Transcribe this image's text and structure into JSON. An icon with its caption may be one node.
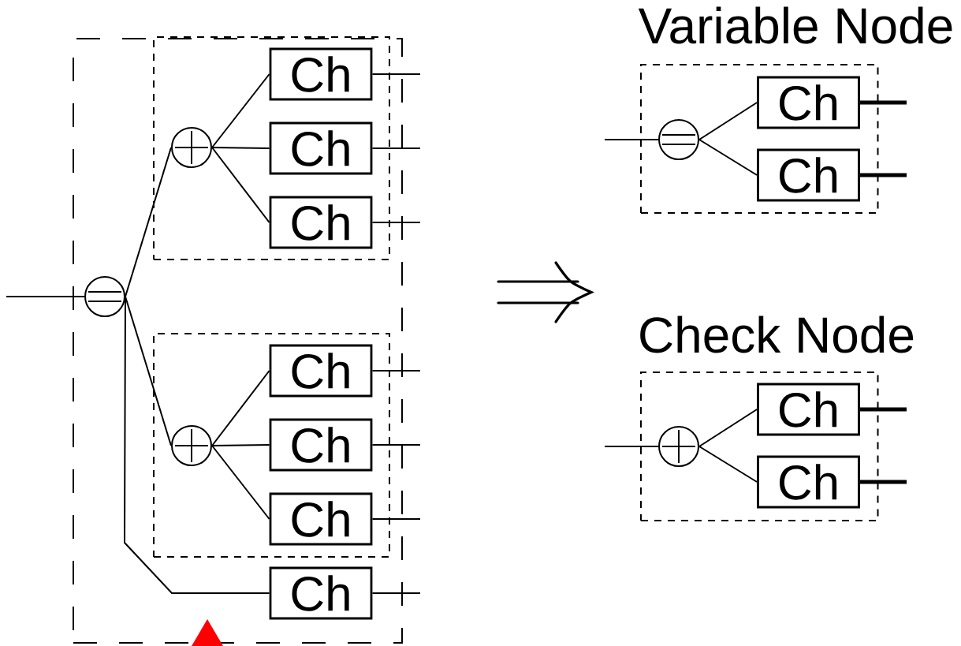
{
  "diagram": {
    "nodes": [
      {
        "text": [],
        "shape": "box"
      },
      {
        "text": [],
        "shape": "box",
        "in": 0
      },
      {
        "text": [],
        "shape": "box",
        "in": 0
      },
      {
        "text": [],
        "shape": "circle",
        "in": 0
      },
      {
        "text": [],
        "shape": "circle",
        "in": 1
      },
      {
        "text": [
          "Ch"
        ],
        "in": 1
      },
      {
        "text": [
          "Ch"
        ],
        "in": 1
      },
      {
        "text": [
          "Ch"
        ],
        "in": 1
      },
      {
        "text": [],
        "shape": "circle",
        "in": 2
      },
      {
        "text": [
          "Ch"
        ],
        "in": 2
      },
      {
        "text": [
          "Ch"
        ],
        "in": 2
      },
      {
        "text": [
          "Ch"
        ],
        "in": 2
      },
      {
        "text": [
          "Ch"
        ],
        "in": 0
      },
      {
        "text": [
          "Variable Node"
        ]
      },
      {
        "text": [],
        "shape": "circle",
        "in": 13
      },
      {
        "text": [
          "Ch"
        ],
        "in": 13
      },
      {
        "text": [
          "Ch"
        ],
        "in": 13
      },
      {
        "text": [
          "Check Node"
        ]
      },
      {
        "text": [],
        "shape": "circle",
        "in": 17
      },
      {
        "text": [
          "Ch"
        ],
        "in": 17
      },
      {
        "text": [
          "Ch"
        ],
        "in": 17
      }
    ],
    "edges": [
      {
        "from": null,
        "to": 3,
        "arrow": "none"
      },
      {
        "from": 3,
        "to": 4,
        "arrow": "none"
      },
      {
        "from": 3,
        "to": 8,
        "arrow": "none"
      },
      {
        "from": 3,
        "to": 12,
        "arrow": "none"
      },
      {
        "from": 4,
        "to": 5,
        "arrow": "none"
      },
      {
        "from": 4,
        "to": 6,
        "arrow": "none"
      },
      {
        "from": 4,
        "to": 7,
        "arrow": "none"
      },
      {
        "from": 8,
        "to": 9,
        "arrow": "none"
      },
      {
        "from": 8,
        "to": 10,
        "arrow": "none"
      },
      {
        "from": 8,
        "to": 11,
        "arrow": "none"
      },
      {
        "from": 5,
        "to": null,
        "arrow": "none"
      },
      {
        "from": 6,
        "to": null,
        "arrow": "none"
      },
      {
        "from": 7,
        "to": null,
        "arrow": "none"
      },
      {
        "from": 9,
        "to": null,
        "arrow": "none"
      },
      {
        "from": 10,
        "to": null,
        "arrow": "none"
      },
      {
        "from": 11,
        "to": null,
        "arrow": "none"
      },
      {
        "from": 12,
        "to": null,
        "arrow": "none"
      },
      {
        "from": null,
        "to": 14,
        "arrow": "none"
      },
      {
        "from": 14,
        "to": 15,
        "arrow": "none"
      },
      {
        "from": 14,
        "to": 16,
        "arrow": "none"
      },
      {
        "from": 15,
        "to": null,
        "arrow": "none",
        "style": "thick"
      },
      {
        "from": 16,
        "to": null,
        "arrow": "none",
        "style": "thick"
      },
      {
        "from": null,
        "to": 18,
        "arrow": "none"
      },
      {
        "from": 18,
        "to": 19,
        "arrow": "none"
      },
      {
        "from": 18,
        "to": 20,
        "arrow": "none"
      },
      {
        "from": 19,
        "to": null,
        "arrow": "none",
        "style": "thick"
      },
      {
        "from": 20,
        "to": null,
        "arrow": "none",
        "style": "thick"
      }
    ]
  }
}
